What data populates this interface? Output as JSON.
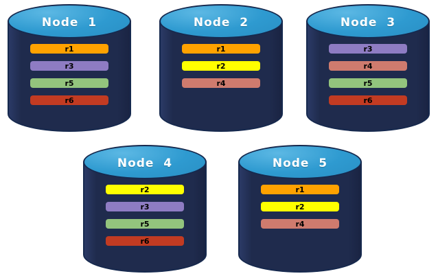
{
  "diagram": {
    "type": "database-replica-distribution",
    "background": "#FFFFFF"
  },
  "colors": {
    "cylinder_body": "#1F2B4D",
    "cylinder_outline": "#16294E",
    "cylinder_top_fill": "#2E9AD0",
    "node_label_text": "#FFFFFF",
    "replica_label_text": "#000000",
    "replica_r1": "#FFA200",
    "replica_r2": "#FFFF00",
    "replica_r3": "#8E7CC3",
    "replica_r4": "#CF7B6E",
    "replica_r5": "#93C47D",
    "replica_r6": "#C23B22"
  },
  "nodes": [
    {
      "label": "Node  1",
      "replicas": [
        {
          "label": "r1",
          "color": "#FFA200"
        },
        {
          "label": "r3",
          "color": "#8E7CC3"
        },
        {
          "label": "r5",
          "color": "#93C47D"
        },
        {
          "label": "r6",
          "color": "#C23B22"
        }
      ]
    },
    {
      "label": "Node  2",
      "replicas": [
        {
          "label": "r1",
          "color": "#FFA200"
        },
        {
          "label": "r2",
          "color": "#FFFF00"
        },
        {
          "label": "r4",
          "color": "#CF7B6E"
        }
      ]
    },
    {
      "label": "Node  3",
      "replicas": [
        {
          "label": "r3",
          "color": "#8E7CC3"
        },
        {
          "label": "r4",
          "color": "#CF7B6E"
        },
        {
          "label": "r5",
          "color": "#93C47D"
        },
        {
          "label": "r6",
          "color": "#C23B22"
        }
      ]
    },
    {
      "label": "Node  4",
      "replicas": [
        {
          "label": "r2",
          "color": "#FFFF00"
        },
        {
          "label": "r3",
          "color": "#8E7CC3"
        },
        {
          "label": "r5",
          "color": "#93C47D"
        },
        {
          "label": "r6",
          "color": "#C23B22"
        }
      ]
    },
    {
      "label": "Node  5",
      "replicas": [
        {
          "label": "r1",
          "color": "#FFA200"
        },
        {
          "label": "r2",
          "color": "#FFFF00"
        },
        {
          "label": "r4",
          "color": "#CF7B6E"
        }
      ]
    }
  ]
}
